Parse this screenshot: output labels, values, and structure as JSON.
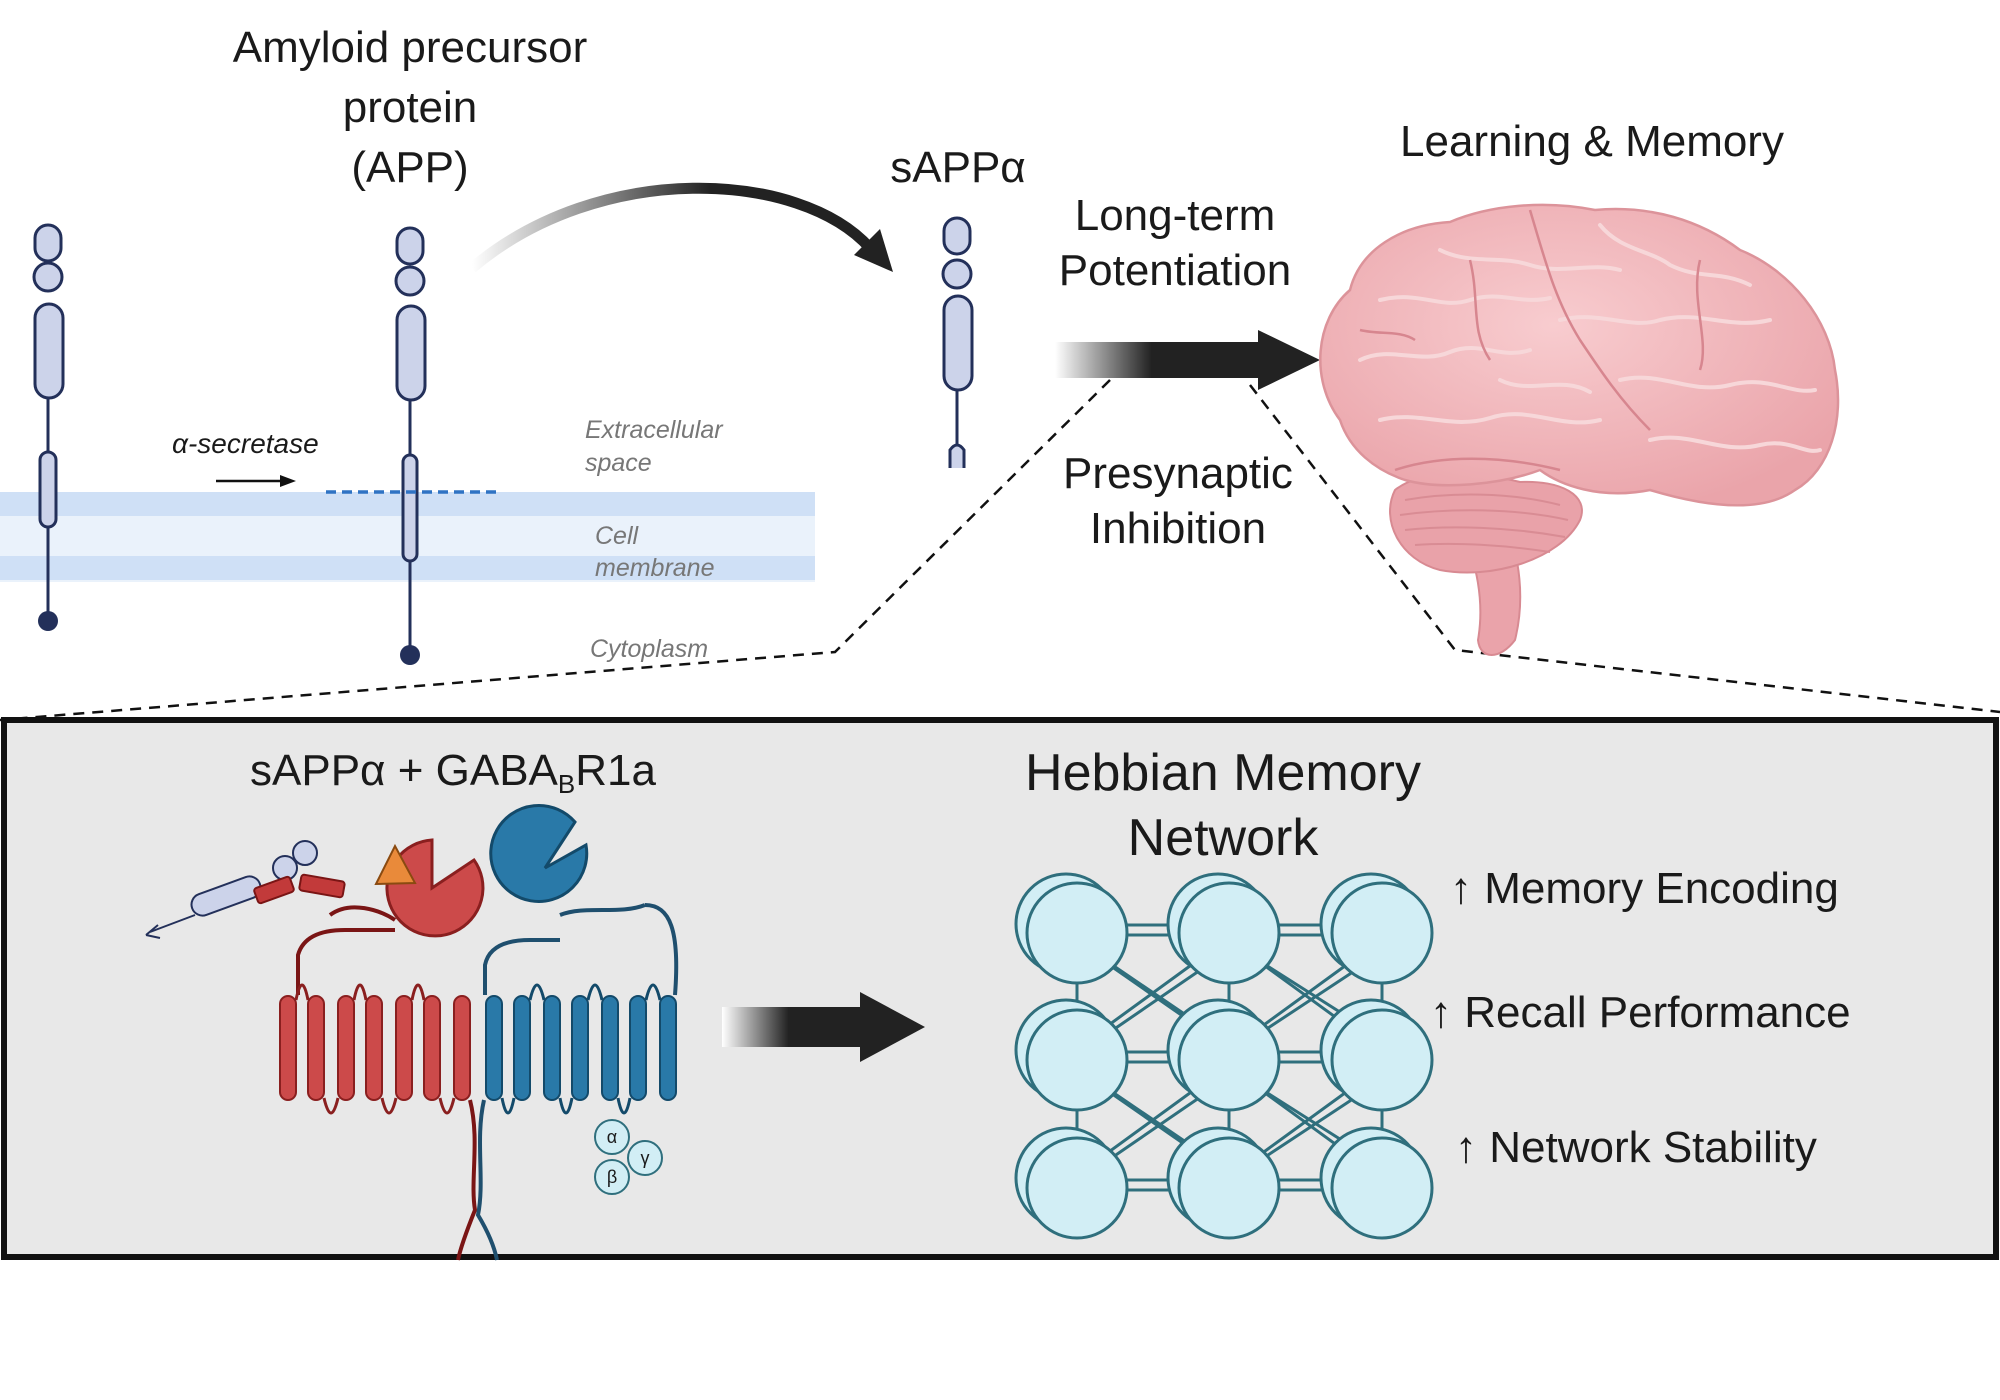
{
  "top": {
    "app_title_line1": "Amyloid precursor",
    "app_title_line2": "protein",
    "app_title_line3": "(APP)",
    "secretase": "α-secretase",
    "extracellular_line1": "Extracellular",
    "extracellular_line2": "space",
    "membrane_line1": "Cell",
    "membrane_line2": "membrane",
    "cytoplasm": "Cytoplasm",
    "sappa": "sAPPα",
    "ltp_line1": "Long-term",
    "ltp_line2": "Potentiation",
    "presyn_line1": "Presynaptic",
    "presyn_line2": "Inhibition",
    "learning": "Learning & Memory"
  },
  "panel": {
    "complex_prefix": "sAPPα + GABA",
    "complex_sub": "B",
    "complex_suffix": "R1a",
    "gprot_alpha": "α",
    "gprot_beta": "β",
    "gprot_gamma": "γ",
    "hebbian_line1": "Hebbian Memory",
    "hebbian_line2": "Network",
    "outcomes": [
      "↑ Memory Encoding",
      "↑ Recall Performance",
      "↑ Network Stability"
    ]
  },
  "colors": {
    "app_fill": "#ccd3ea",
    "app_stroke": "#23305a",
    "membrane": "#cfe0f6",
    "secretase_cut": "#2f73c4",
    "r1_red": "#cc4a4a",
    "r2_blue": "#2979a8",
    "node_fill": "#d2eef5",
    "node_stroke": "#2f6f7d",
    "brain": "#f2b8bc",
    "panel_bg": "#e8e8e8"
  },
  "icons": [
    "app-protein-icon",
    "brain-icon",
    "gabab-receptor-icon",
    "g-protein-icon",
    "neural-network-icon",
    "arrow-icon"
  ]
}
